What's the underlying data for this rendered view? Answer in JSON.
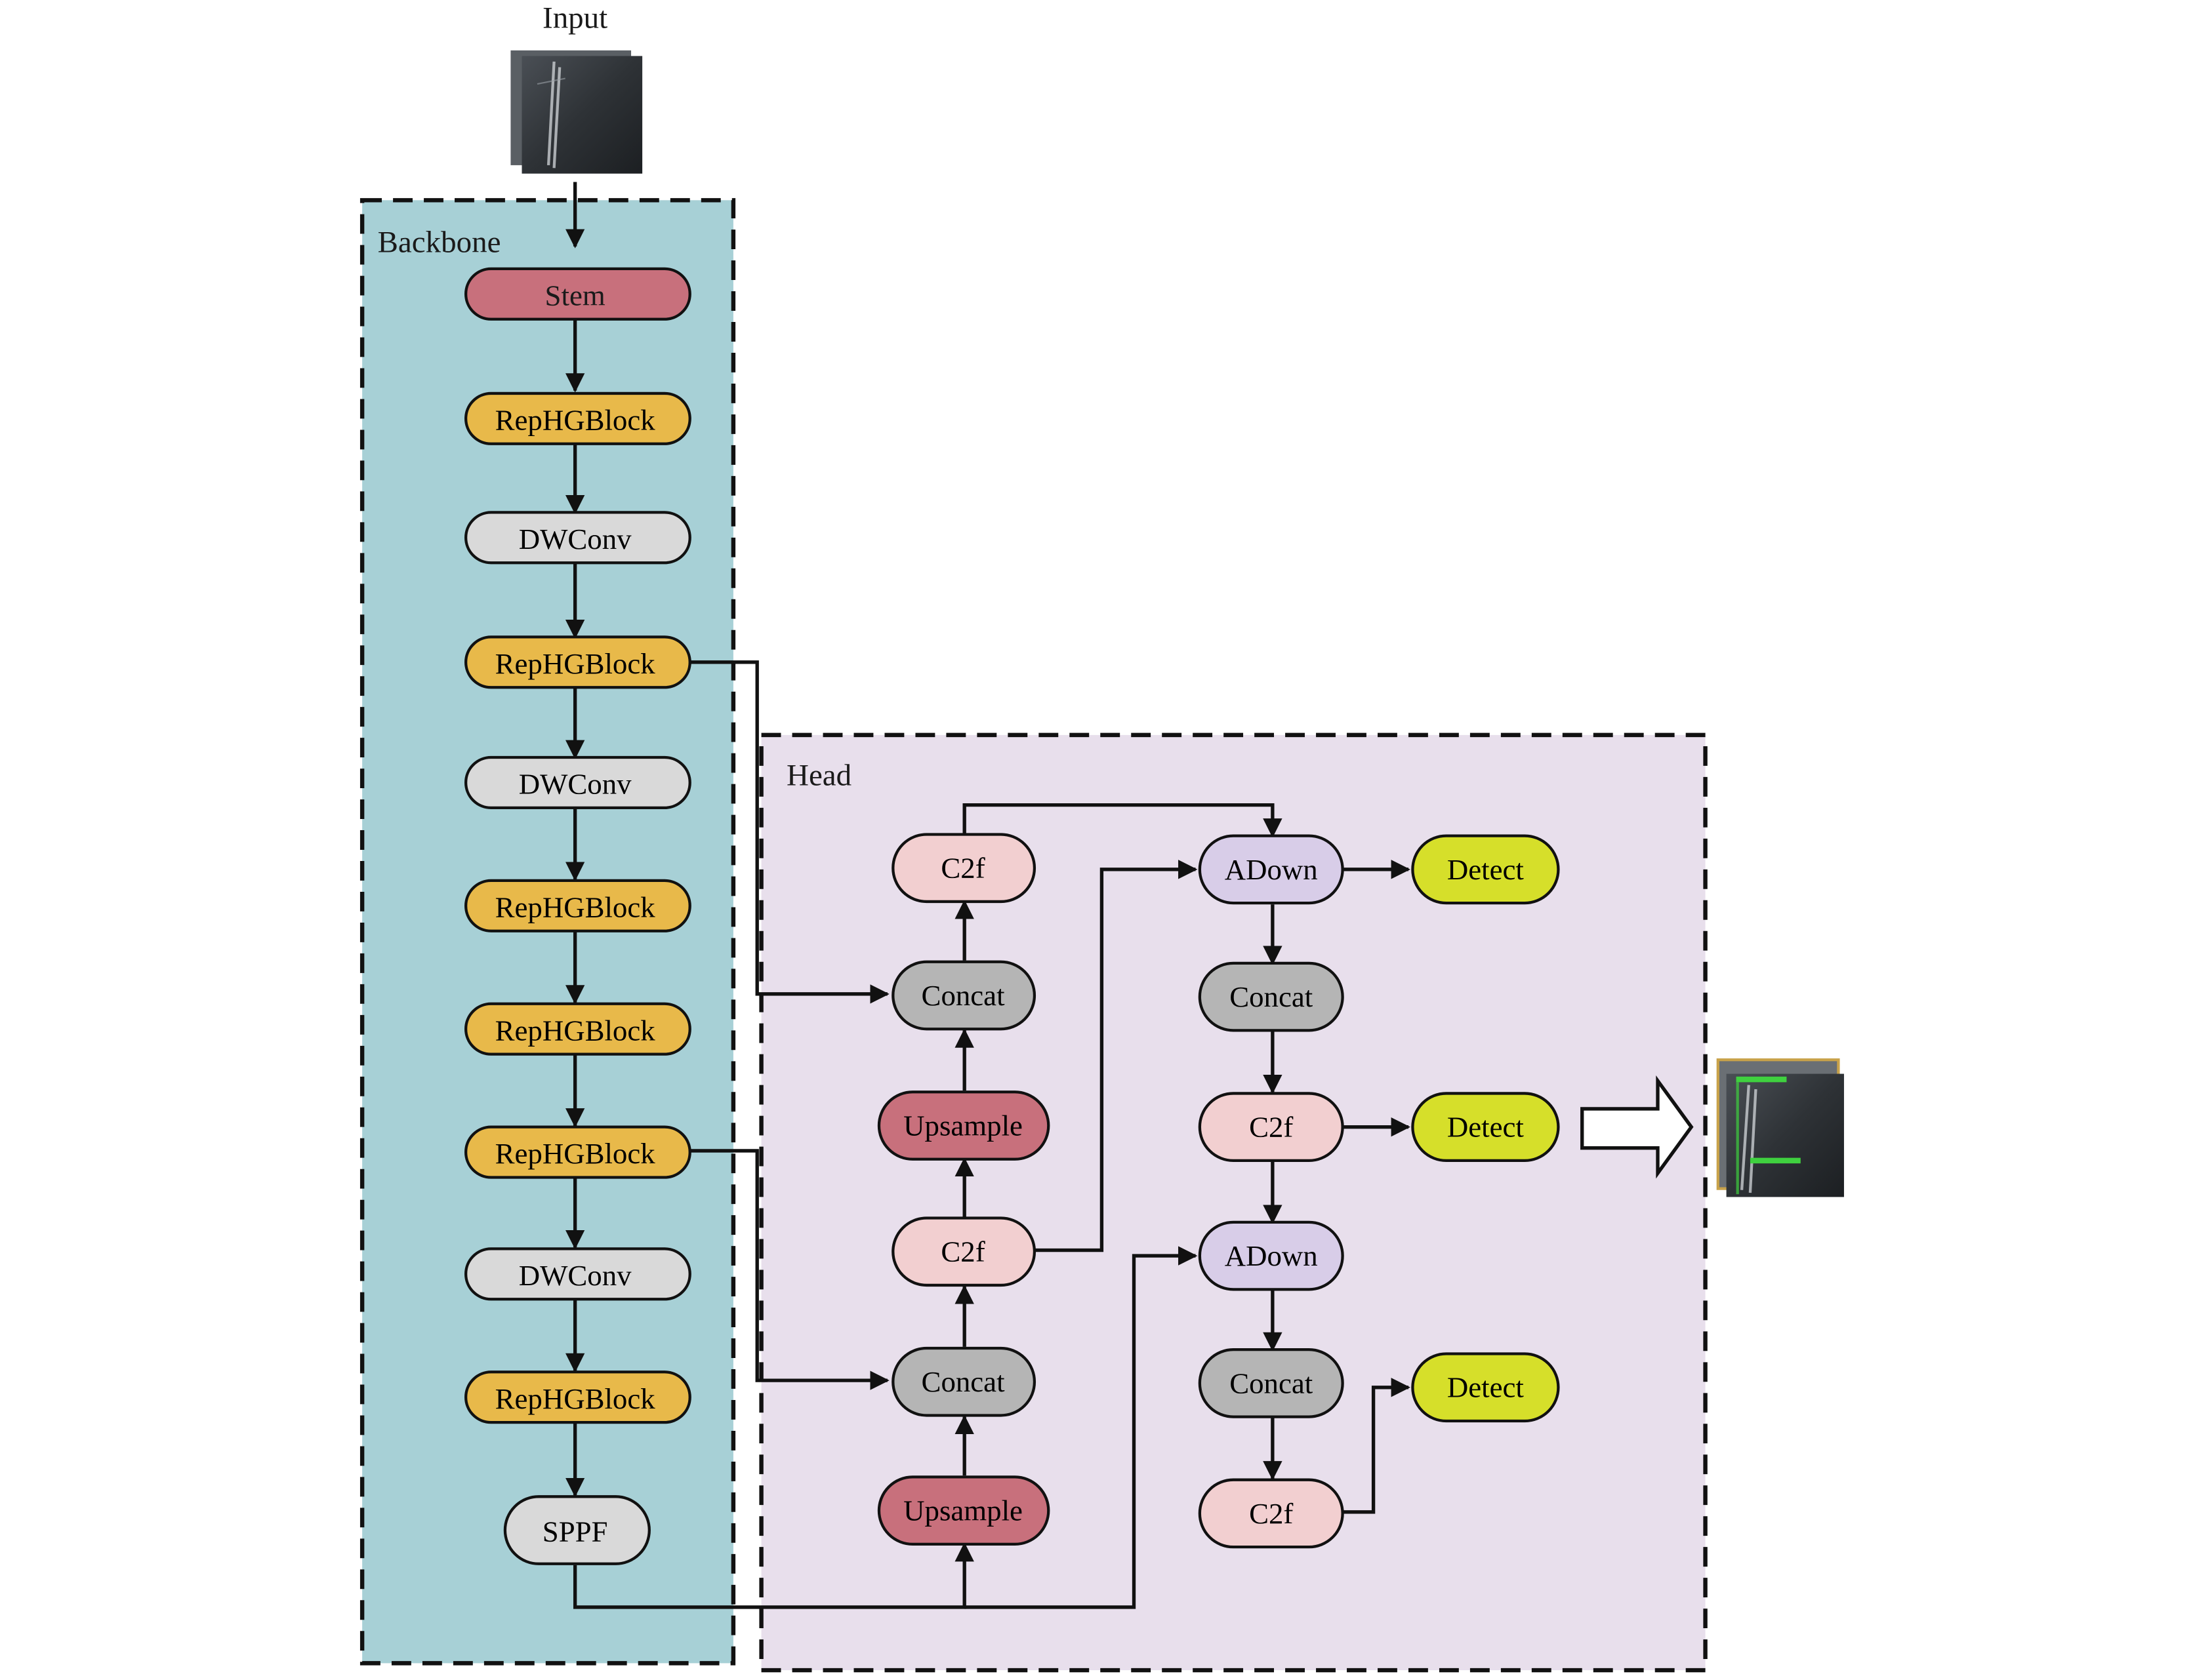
{
  "input_label": "Input",
  "groups": {
    "backbone": {
      "label": "Backbone",
      "fill": "#a7d0d6"
    },
    "head": {
      "label": "Head",
      "fill": "#e8dfec"
    }
  },
  "colors": {
    "stem": "#c8707c",
    "rephg": "#e8b94a",
    "dwconv": "#d9d9d9",
    "sppf": "#d9d9d9",
    "c2f": "#f2cfd0",
    "concat": "#b5b5b5",
    "upsample": "#c8707c",
    "adown": "#d8cde8",
    "detect": "#d6df2a",
    "edge": "#111111"
  },
  "nodes": {
    "stem": "Stem",
    "rephg1": "RepHGBlock",
    "dwconv1": "DWConv",
    "rephg2": "RepHGBlock",
    "dwconv2": "DWConv",
    "rephg3": "RepHGBlock",
    "rephg4": "RepHGBlock",
    "rephg5": "RepHGBlock",
    "dwconv3": "DWConv",
    "rephg6": "RepHGBlock",
    "sppf": "SPPF",
    "c2f_top": "C2f",
    "concat_1": "Concat",
    "upsample_1": "Upsample",
    "c2f_mid": "C2f",
    "concat_2": "Concat",
    "upsample_2": "Upsample",
    "adown_1": "ADown",
    "concat_3": "Concat",
    "c2f_r1": "C2f",
    "adown_2": "ADown",
    "concat_4": "Concat",
    "c2f_r2": "C2f",
    "detect_1": "Detect",
    "detect_2": "Detect",
    "detect_3": "Detect"
  }
}
